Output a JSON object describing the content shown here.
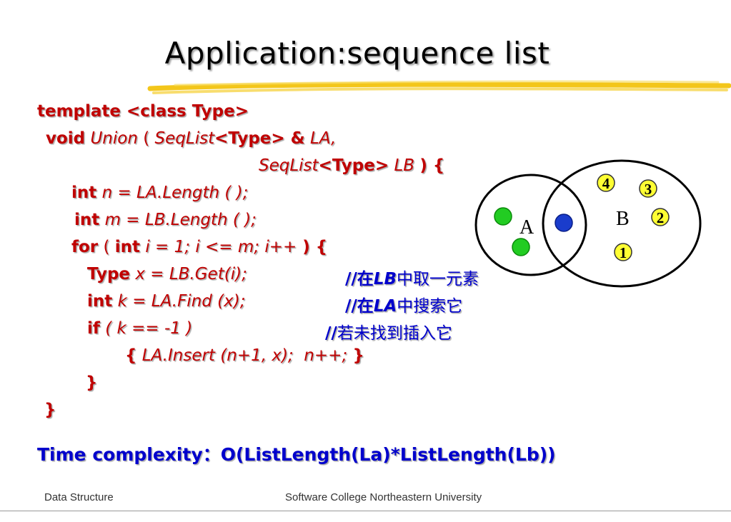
{
  "slide": {
    "title": "Application:sequence list",
    "code": {
      "l1": "template <class Type>",
      "l2a": "void",
      "l2b": "Union",
      "l2c": "(",
      "l2d": "SeqList",
      "l2e": "<Type> &",
      "l2f": "LA,",
      "l3a": "SeqList",
      "l3b": "<Type>",
      "l3c": "LB",
      "l3d": ") {",
      "l4a": "int",
      "l4b": "n = LA.Length ( );",
      "l5a": "int",
      "l5b": "m = LB.Length ( );",
      "l6a": "for",
      "l6b": "( ",
      "l6c": "int",
      "l6d": "i = 1; i <= m; i++",
      "l6e": " ) {",
      "l7a": "Type",
      "l7b": "x = LB.Get(i);",
      "l7c1": "//在",
      "l7c2": "LB",
      "l7c3": "中取一元素",
      "l8a": "int",
      "l8b": "k = LA.Find (x);",
      "l8c1": "//在",
      "l8c2": "LA",
      "l8c3": "中搜索它",
      "l9a": "if",
      "l9b": "( k == -1 )",
      "l9c1": "//",
      "l9c2": "若未找到插入它",
      "l10a": "{",
      "l10b": "LA.Insert (n+1, x);  n++;",
      "l10c": "}",
      "l11": "}",
      "l12": "}"
    },
    "complexity": "Time complexity：O(ListLength(La)*ListLength(Lb))",
    "diagram": {
      "set_a_label": "A",
      "set_b_label": "B",
      "b_numbers": [
        "4",
        "3",
        "2",
        "1"
      ],
      "colors": {
        "a_only": "#22cc22",
        "intersection": "#1a3ccc",
        "b_number_fill": "#ffff33"
      }
    },
    "footer": {
      "left": "Data Structure",
      "center": "Software College Northeastern University"
    }
  }
}
